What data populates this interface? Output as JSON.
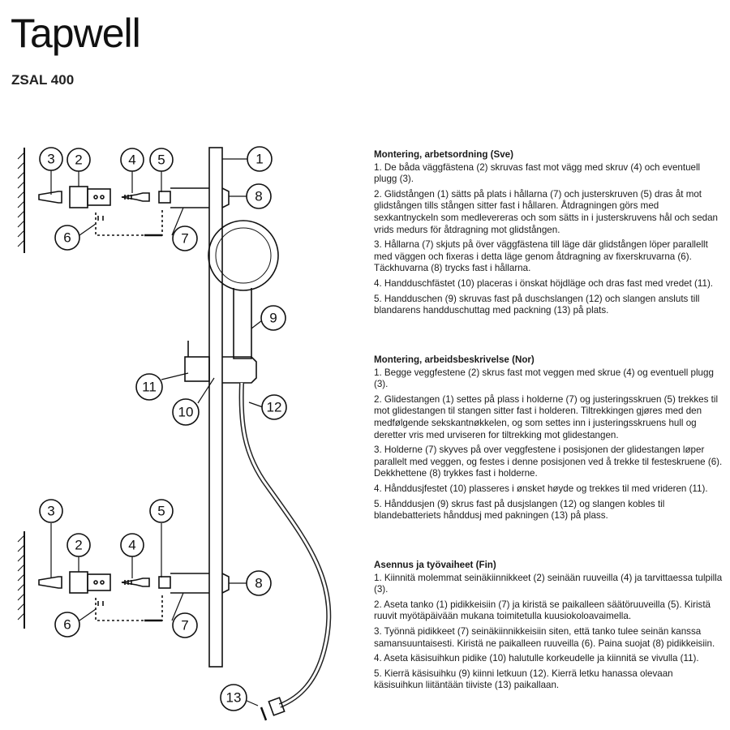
{
  "header": {
    "brand": "Tapwell",
    "model": "ZSAL 400"
  },
  "diagram": {
    "callouts": {
      "top_3": "3",
      "top_2": "2",
      "top_4": "4",
      "top_5": "5",
      "top_1": "1",
      "top_8": "8",
      "top_6": "6",
      "top_7": "7",
      "mid_9": "9",
      "mid_11": "11",
      "mid_10": "10",
      "mid_12": "12",
      "bot_3": "3",
      "bot_2": "2",
      "bot_4": "4",
      "bot_5": "5",
      "bot_8": "8",
      "bot_6": "6",
      "bot_7": "7",
      "bot_13": "13"
    }
  },
  "instructions": {
    "sve": {
      "title": "Montering, arbetsordning (Sve)",
      "steps": [
        "1. De båda väggfästena (2) skruvas fast mot vägg med skruv (4) och eventuell plugg (3).",
        "2. Glidstången (1) sätts på plats i hållarna (7) och justerskruven (5) dras åt mot glidstången tills stången sitter fast i hållaren. Åtdragningen görs med sexkantnyckeln som medlevereras och som sätts in i justerskruvens hål och sedan vrids medurs för åtdragning mot glidstången.",
        "3. Hållarna (7) skjuts på över väggfästena till läge där glidstången löper parallellt med väggen och fixeras i detta läge genom åtdragning av fixerskruvarna (6). Täckhuvarna (8) trycks fast i hållarna.",
        "4. Handduschfästet (10) placeras i önskat höjdläge och dras fast med vredet (11).",
        "5. Handduschen (9) skruvas fast på duschslangen (12) och slangen ansluts till blandarens handduschuttag med packning (13) på plats."
      ]
    },
    "nor": {
      "title": "Montering, arbeidsbeskrivelse (Nor)",
      "steps": [
        "1. Begge veggfestene (2) skrus fast mot veggen med skrue (4) og eventuell plugg (3).",
        "2. Glidestangen (1) settes på plass i holderne (7) og justeringsskruen (5) trekkes til mot glidestangen til stangen sitter fast i holderen. Tiltrekkingen gjøres med den medfølgende sekskantnøkkelen, og som settes inn i justeringsskruens hull og deretter vris med urviseren for tiltrekking mot glidestangen.",
        "3. Holderne (7) skyves på over veggfestene i posisjonen der glidestangen løper parallelt med veggen, og festes i denne posisjonen ved å trekke til festeskruene (6). Dekkhettene (8) trykkes fast i holderne.",
        "4. Hånddusjfestet (10) plasseres i ønsket høyde og trekkes til med vrideren (11).",
        "5. Hånddusjen (9) skrus fast på dusjslangen (12) og slangen kobles til blandebatteriets hånddusj med pakningen (13) på plass."
      ]
    },
    "fin": {
      "title": "Asennus ja työvaiheet (Fin)",
      "steps": [
        "1. Kiinnitä molemmat seinäkiinnikkeet (2) seinään ruuveilla (4) ja tarvittaessa tulpilla (3).",
        "2. Aseta tanko (1) pidikkeisiin (7) ja kiristä se paikalleen säätöruuveilla (5). Kiristä ruuvit myötäpäivään mukana toimitetulla kuusiokoloavaimella.",
        "3. Työnnä pidikkeet (7) seinäkiinnikkeisiin siten, että tanko tulee seinän kanssa samansuuntaisesti. Kiristä ne paikalleen ruuveilla (6). Paina suojat (8) pidikkeisiin.",
        "4. Aseta käsisuihkun pidike (10) halutulle korkeudelle ja kiinnitä se vivulla (11).",
        "5. Kierrä käsisuihku (9) kiinni letkuun (12). Kierrä letku hanassa olevaan käsisuihkun liitäntään tiiviste (13) paikallaan."
      ]
    }
  }
}
